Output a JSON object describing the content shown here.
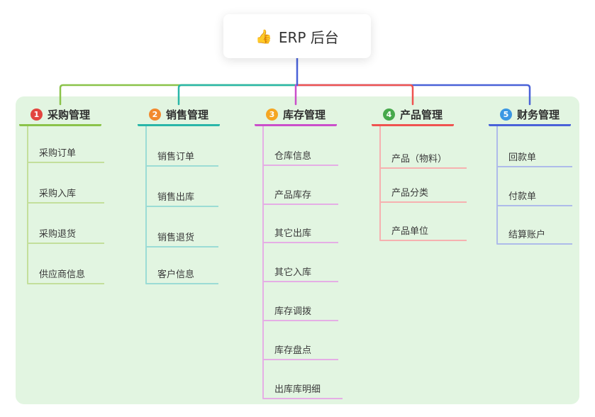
{
  "root": {
    "icon": "👍",
    "label": "ERP 后台"
  },
  "colors": {
    "stem": "#4a62d8",
    "panel": "#e2f5e1"
  },
  "branches": [
    {
      "num": "1",
      "label": "采购管理",
      "color": "#8bc34a",
      "light": "#c3df9b",
      "badge": "#e2453f",
      "children": [
        "采购订单",
        "采购入库",
        "采购退货",
        "供应商信息"
      ]
    },
    {
      "num": "2",
      "label": "销售管理",
      "color": "#29b6a8",
      "light": "#9bdcd5",
      "badge": "#f2892e",
      "children": [
        "销售订单",
        "销售出库",
        "销售退货",
        "客户信息"
      ]
    },
    {
      "num": "3",
      "label": "库存管理",
      "color": "#ca4fca",
      "light": "#e5aee5",
      "badge": "#f5a623",
      "children": [
        "仓库信息",
        "产品库存",
        "其它出库",
        "其它入库",
        "库存调拨",
        "库存盘点",
        "出库库明细"
      ]
    },
    {
      "num": "4",
      "label": "产品管理",
      "color": "#ef5350",
      "light": "#f6b1b0",
      "badge": "#47a94c",
      "children": [
        "产品（物料）",
        "产品分类",
        "产品单位"
      ]
    },
    {
      "num": "5",
      "label": "财务管理",
      "color": "#4a62d8",
      "light": "#aebbea",
      "badge": "#3b97e3",
      "children": [
        "回款单",
        "付款单",
        "结算账户"
      ]
    }
  ]
}
